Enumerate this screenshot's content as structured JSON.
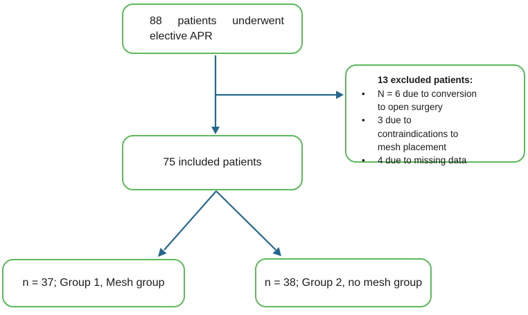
{
  "colors": {
    "box_border": "#5cb85c",
    "arrow": "#25678e",
    "text": "#1a1a1a",
    "background": "#ffffff"
  },
  "flowchart": {
    "top_box": {
      "text": "88 patients underwent elective APR"
    },
    "excluded_box": {
      "title": "13 excluded patients:",
      "bullets": [
        "N = 6 due to conversion\nto open surgery",
        "3 due to\ncontraindications to\nmesh placement",
        "4 due to missing data"
      ]
    },
    "included_box": {
      "text": "75 included patients"
    },
    "group1_box": {
      "text": "n = 37; Group 1, Mesh group"
    },
    "group2_box": {
      "text": "n = 38; Group 2, no mesh group"
    }
  }
}
